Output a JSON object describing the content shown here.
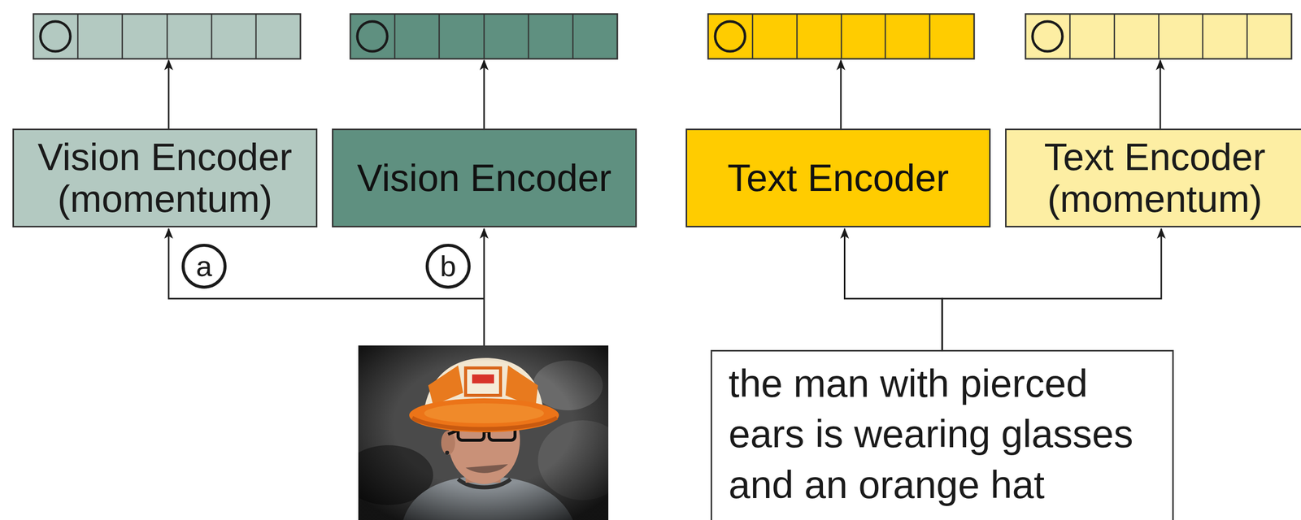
{
  "diagram": {
    "nodes": [
      {
        "text": [
          "Vision Encoder (momentum)"
        ]
      },
      {
        "text": [
          "Vision Encoder"
        ]
      },
      {
        "text": [
          "Text Encoder"
        ]
      },
      {
        "text": [
          "Text Encoder (momentum)"
        ]
      },
      {
        "text": [
          "the man with pierced ears is wearing glasses and an orange hat"
        ]
      }
    ],
    "edges": [
      {
        "from": 4,
        "to": 2,
        "arrow": "to"
      },
      {
        "from": 4,
        "to": 3,
        "arrow": "to"
      }
    ],
    "labels": [
      "a",
      "b"
    ]
  }
}
